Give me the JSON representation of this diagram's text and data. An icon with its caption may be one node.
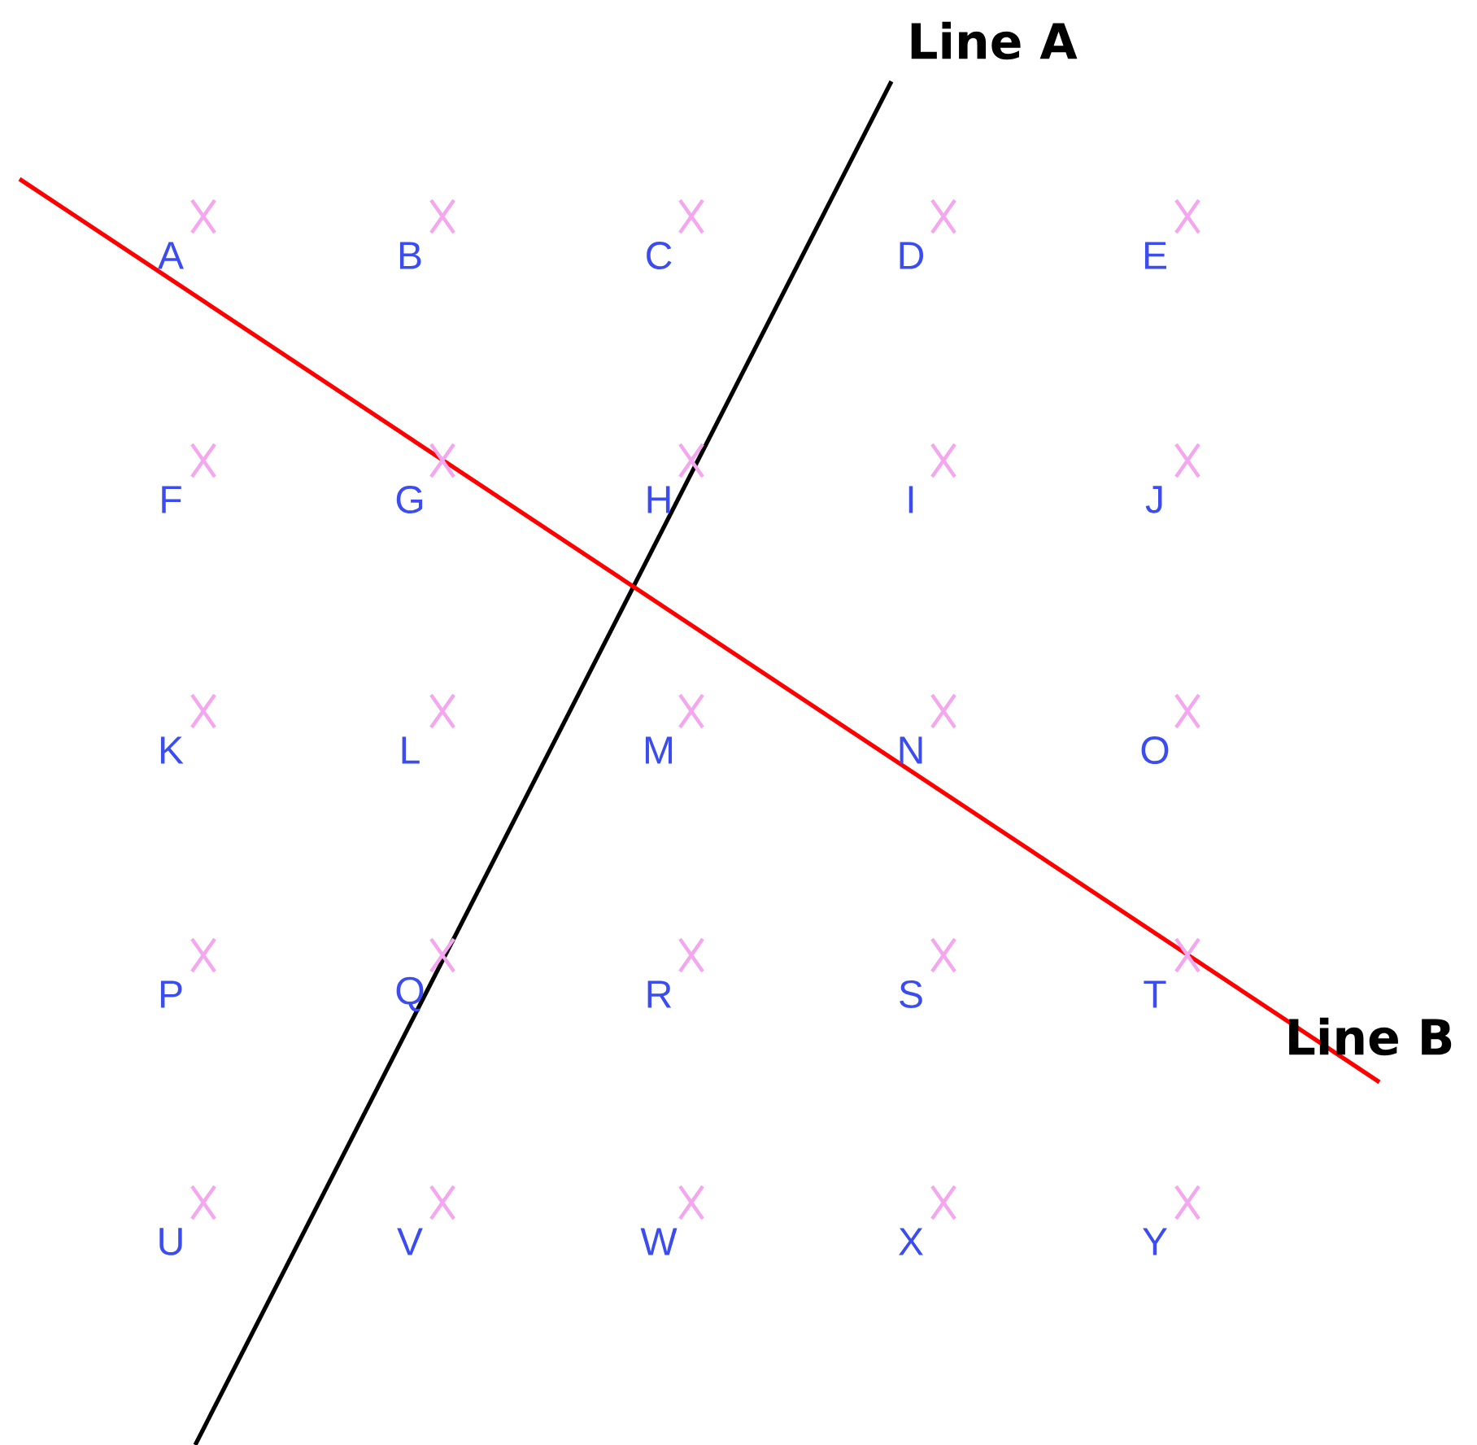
{
  "diagram": {
    "labels": [
      "Line A",
      "A",
      "B",
      "C",
      "D",
      "E",
      "F",
      "G",
      "H",
      "I",
      "J",
      "K",
      "L",
      "M",
      "N",
      "O",
      "P",
      "Q",
      "R",
      "S",
      "T",
      "Line B",
      "U",
      "V",
      "W",
      "X",
      "Y"
    ]
  }
}
